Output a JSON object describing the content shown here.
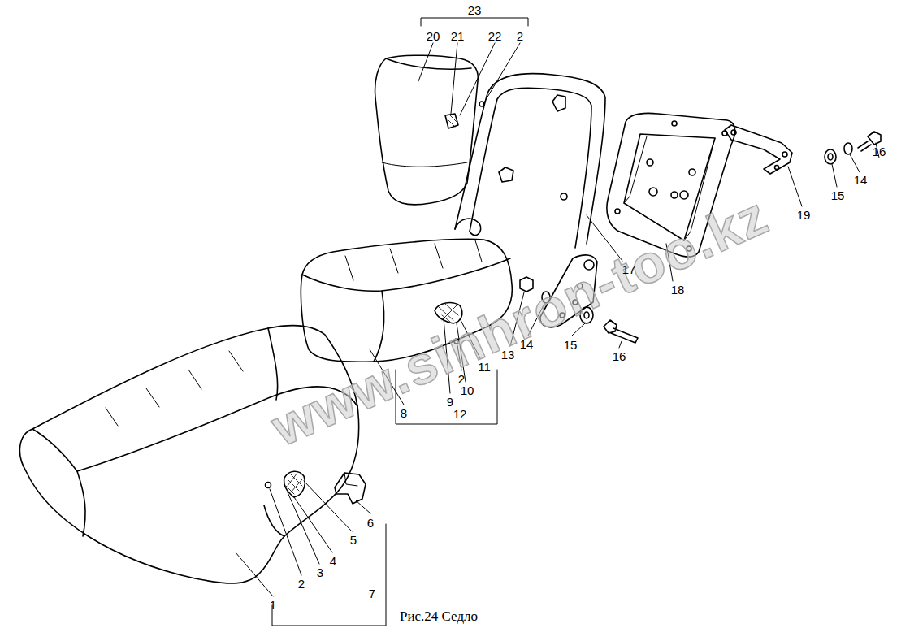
{
  "diagram": {
    "caption": "Рис.24  Седло",
    "labels": [
      "23",
      "20",
      "21",
      "22",
      "2",
      "16",
      "14",
      "15",
      "19",
      "17",
      "18",
      "13",
      "14",
      "15",
      "16",
      "9",
      "10",
      "2",
      "11",
      "8",
      "12",
      "6",
      "2",
      "3",
      "4",
      "5",
      "1",
      "7",
      "www.sinhron-too.kz"
    ]
  }
}
